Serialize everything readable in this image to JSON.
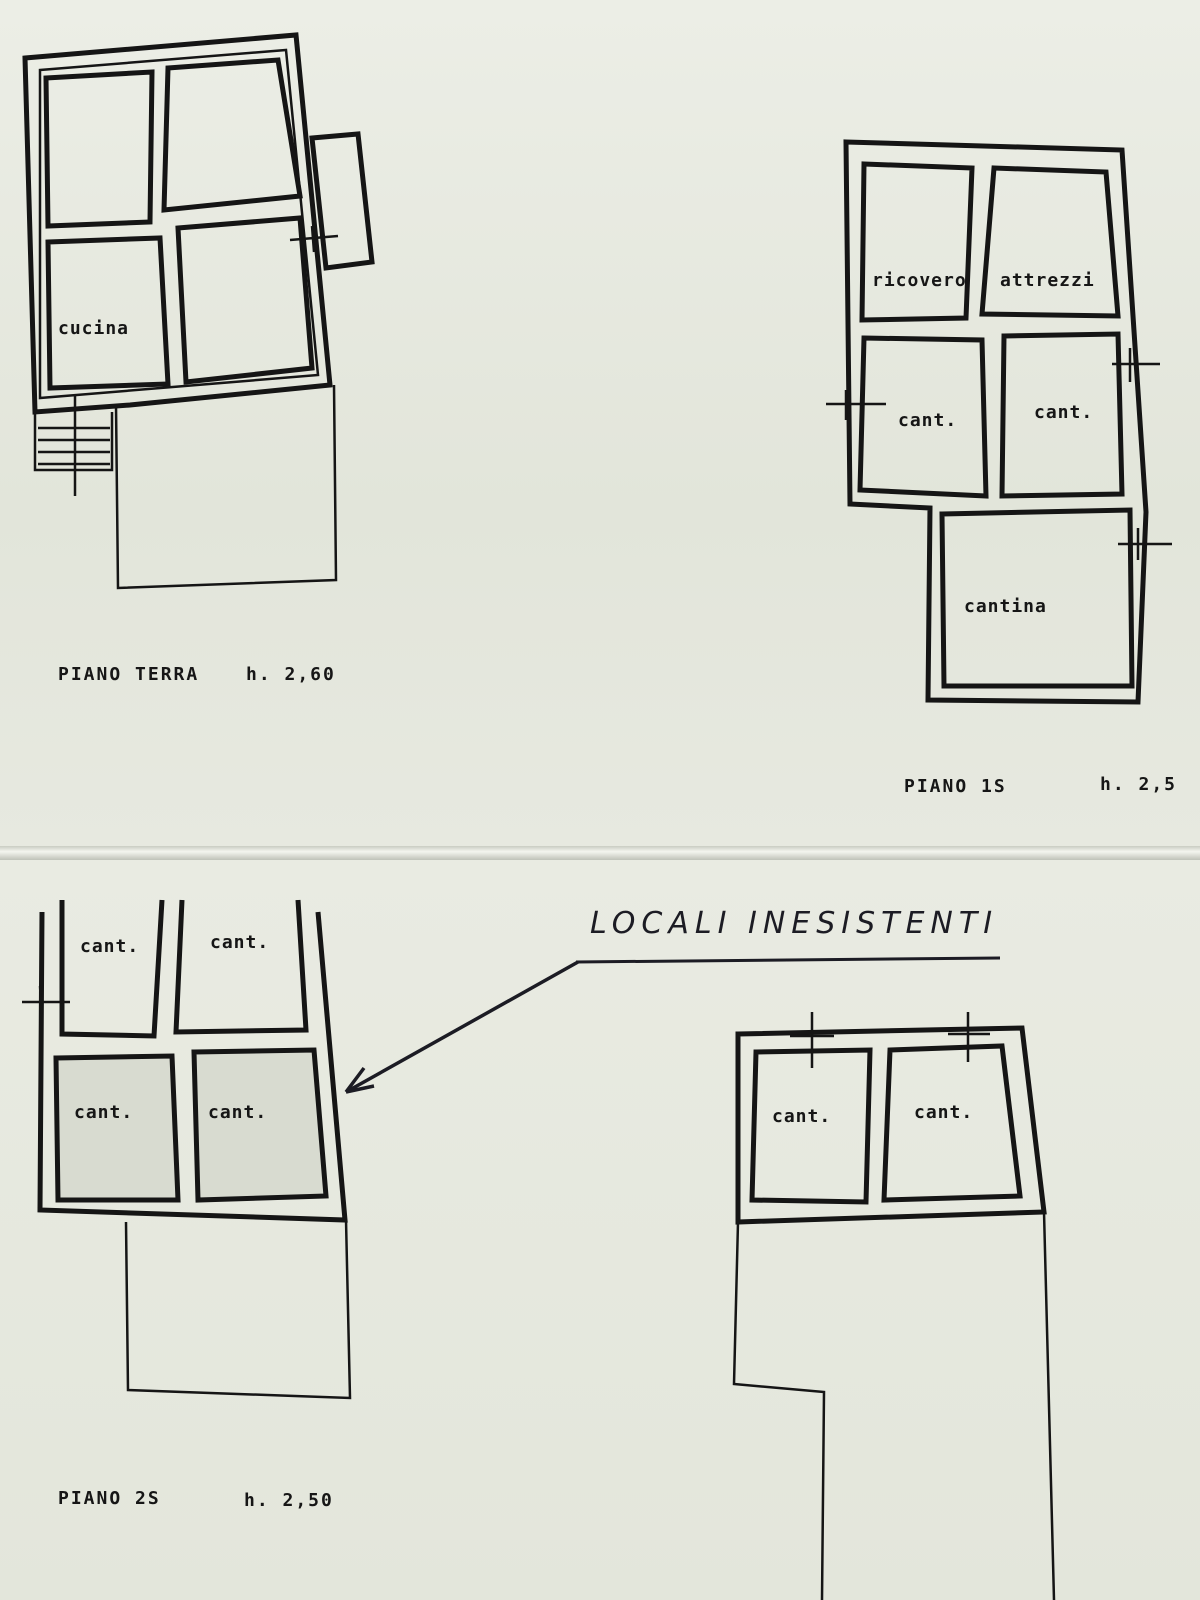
{
  "plans": {
    "ground_floor": {
      "caption": "PIANO TERRA",
      "height_label": "h. 2,60",
      "rooms": [
        "cucina"
      ]
    },
    "first_floor": {
      "caption": "PIANO 1S",
      "height_label": "h. 2,5",
      "rooms": [
        "ricovero",
        "attrezzi",
        "cant.",
        "cant.",
        "cantina"
      ]
    },
    "second_floor": {
      "caption": "PIANO 2S",
      "height_label": "h. 2,50",
      "rooms": [
        "cant.",
        "cant.",
        "cant.",
        "cant."
      ]
    },
    "right_block": {
      "rooms": [
        "cant.",
        "cant."
      ]
    }
  },
  "annotation": {
    "text": "LOCALI INESISTENTI"
  }
}
